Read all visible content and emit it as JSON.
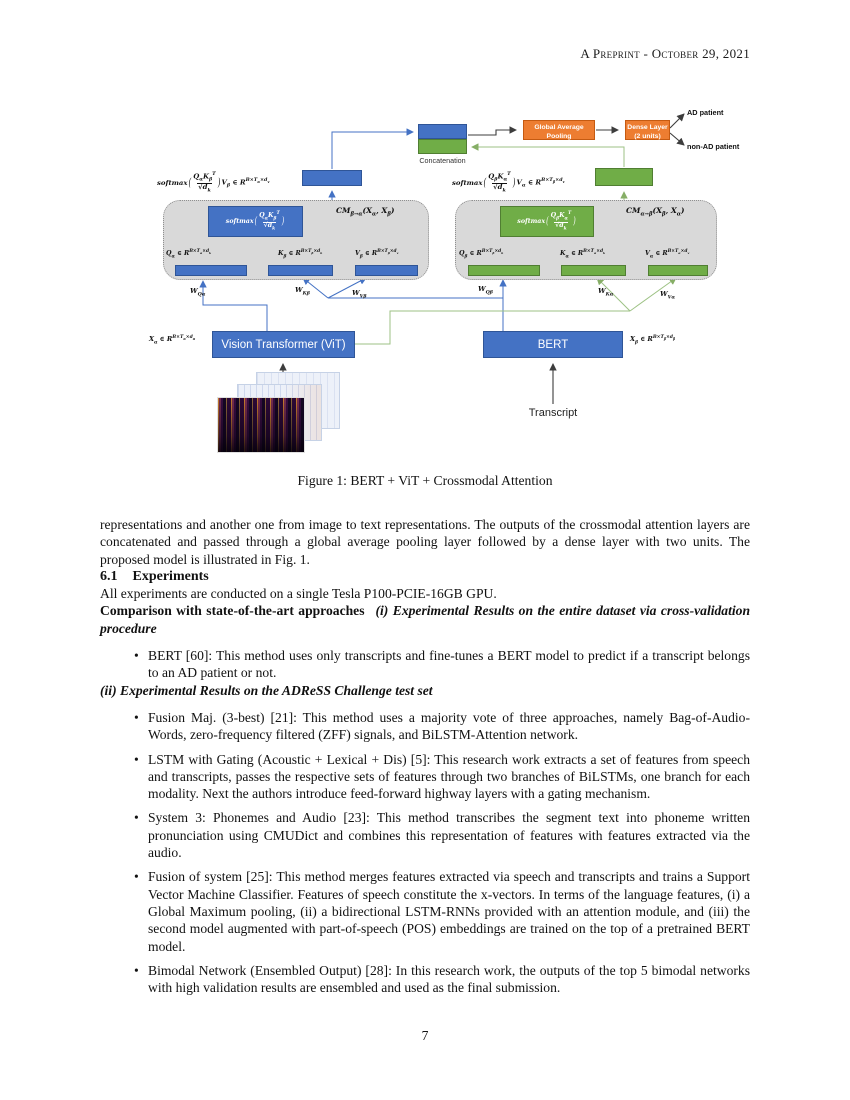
{
  "colors": {
    "box_blue": "#4472C4",
    "box_green": "#70AD47",
    "box_orange": "#ED7D31",
    "region_gray": "#D9D9D9",
    "line_blue": "#4472C4",
    "line_green": "#9DC284"
  },
  "header": {
    "preprint": "A Preprint - October 29, 2021"
  },
  "figure": {
    "caption": "Figure 1: BERT + ViT + Crossmodal Attention",
    "concatenation_label": "Concatenation",
    "gap_label": "Global Average Pooling",
    "dense_label": "Dense Layer (2 units)",
    "output_ad": "AD patient",
    "output_non_ad": "non-AD patient",
    "vit_label": "Vision Transformer (ViT)",
    "bert_label": "BERT",
    "transcript_label": "Transcript",
    "x_alpha": "X[α] ∈ R{B×T[α]×d[α]}",
    "x_beta": "X[β] ∈ R{B×T[β]×d[β]}",
    "left": {
      "out_formula": {
        "func": "softmax",
        "num": "Q[α]K[β]{T}",
        "den": "√d[k]",
        "post": "V[β] ∈ R{B×T[α]×d[v]}"
      },
      "softmax": {
        "func": "softmax",
        "num": "Q[α]K[β]{T}",
        "den": "√d[k]"
      },
      "cm": "CM[β→α](X[α], X[β])",
      "q": "Q[α] ∈ R{B×T[α]×d[k]}",
      "k": "K[β] ∈ R{B×T[β]×d[k]}",
      "v": "V[β] ∈ R{B×T[β]×d[v]}",
      "wq": "W[Qα]",
      "wk": "W[Kβ]",
      "wv": "W[Vβ]"
    },
    "right": {
      "out_formula": {
        "func": "softmax",
        "num": "Q[β]K[α]{T}",
        "den": "√d[k]",
        "post": "V[α] ∈ R{B×T[β]×d[v]}"
      },
      "softmax": {
        "func": "softmax",
        "num": "Q[β]K[α]{T}",
        "den": "√d[k]"
      },
      "cm": "CM[α→β](X[β], X[α])",
      "q": "Q[β] ∈ R{B×T[β]×d[k]}",
      "k": "K[α] ∈ R{B×T[α]×d[k]}",
      "v": "V[α] ∈ R{B×T[α]×d[v]}",
      "wq": "W[Qβ]",
      "wk": "W[Kα]",
      "wv": "W[Vα]"
    }
  },
  "body": {
    "marker": "•",
    "intro": "representations and another one from image to text representations. The outputs of the crossmodal attention layers are concatenated and passed through a global average pooling layer followed by a dense layer with two units. The proposed model is illustrated in Fig. 1.",
    "section_number": "6.1",
    "section_title": "Experiments",
    "gpu": "All experiments are conducted on a single Tesla P100-PCIE-16GB GPU.",
    "comparison_bold": "Comparison with state-of-the-art approaches",
    "comparison_italic": "(i) Experimental Results on the entire dataset via cross-validation procedure",
    "bullets_cv": [
      "BERT [60]: This method uses only transcripts and fine-tunes a BERT model to predict if a transcript belongs to an AD patient or not."
    ],
    "adress_heading": "(ii) Experimental Results on the ADReSS Challenge test set",
    "bullets_test": [
      "Fusion Maj. (3-best) [21]: This method uses a majority vote of three approaches, namely Bag-of-Audio-Words, zero-frequency filtered (ZFF) signals, and BiLSTM-Attention network.",
      "LSTM with Gating (Acoustic + Lexical + Dis) [5]: This research work extracts a set of features from speech and transcripts, passes the respective sets of features through two branches of BiLSTMs, one branch for each modality. Next the authors introduce feed-forward highway layers with a gating mechanism.",
      "System 3: Phonemes and Audio [23]: This method transcribes the segment text into phoneme written pronunciation using CMUDict and combines this representation of features with features extracted via the audio.",
      "Fusion of system [25]: This method merges features extracted via speech and transcripts and trains a Support Vector Machine Classifier. Features of speech constitute the x-vectors. In terms of the language features, (i) a Global Maximum pooling, (ii) a bidirectional LSTM-RNNs provided with an attention module, and (iii) the second model augmented with part-of-speech (POS) embeddings are trained on the top of a pretrained BERT model.",
      "Bimodal Network (Ensembled Output) [28]: In this research work, the outputs of the top 5 bimodal networks with high validation results are ensembled and used as the final submission."
    ],
    "page_number": "7"
  }
}
